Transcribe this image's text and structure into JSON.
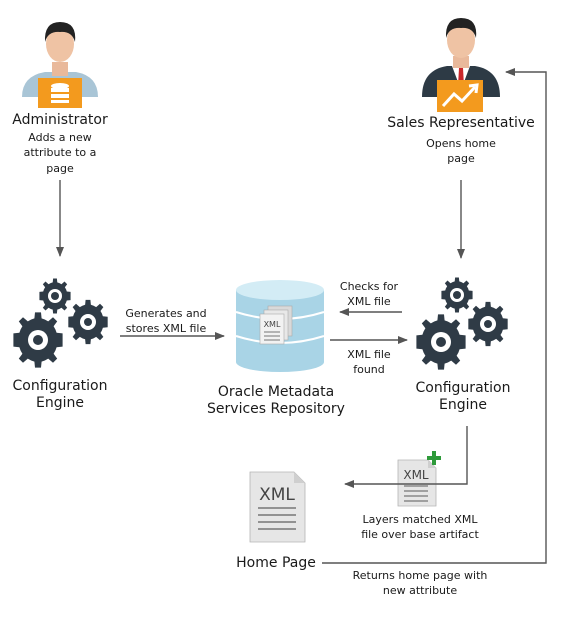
{
  "admin": {
    "title": "Administrator",
    "desc_lines": [
      "Adds a new",
      "attribute to a",
      "page"
    ]
  },
  "sales": {
    "title": "Sales Representative",
    "desc_lines": [
      "Opens home",
      "page"
    ]
  },
  "engine_left": {
    "lines": [
      "Configuration",
      "Engine"
    ]
  },
  "engine_right": {
    "lines": [
      "Configuration",
      "Engine"
    ]
  },
  "repository": {
    "lines": [
      "Oracle Metadata",
      "Services Repository"
    ],
    "doc_text": "XML"
  },
  "edges": {
    "generates": [
      "Generates and",
      "stores XML file"
    ],
    "checks": [
      "Checks for",
      "XML file"
    ],
    "found": [
      "XML file",
      "found"
    ],
    "layers": [
      "Layers matched XML",
      "file over base artifact"
    ],
    "returns": [
      "Returns home page with",
      "new attribute"
    ]
  },
  "xml_doc_small": {
    "text": "XML"
  },
  "home_page": {
    "title": "Home Page",
    "doc_text": "XML"
  },
  "colors": {
    "gear": "#2f3b46",
    "orange": "#f39a1e",
    "arrow": "#555555",
    "db_top": "#c9e7f3",
    "db_body": "#a9d4e6",
    "plus": "#2e9a3a",
    "doc": "#e6e6e6"
  },
  "icons": [
    "admin-person-icon",
    "database-badge-icon",
    "sales-person-icon",
    "chart-badge-icon",
    "gears-icon",
    "database-icon",
    "xml-document-icon",
    "plus-icon"
  ]
}
